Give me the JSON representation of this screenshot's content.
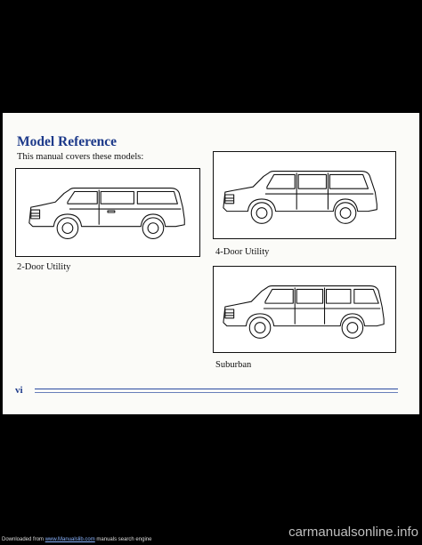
{
  "document": {
    "title": "Model Reference",
    "intro": "This manual covers these models:",
    "page_number": "vi"
  },
  "figures": [
    {
      "caption": "2-Door Utility",
      "icon": "two-door-utility-vehicle-icon"
    },
    {
      "caption": "4-Door Utility",
      "icon": "four-door-utility-vehicle-icon"
    },
    {
      "caption": "Suburban",
      "icon": "suburban-vehicle-icon"
    }
  ],
  "footer": {
    "prefix": "Downloaded from",
    "link": "www.Manualslib.com",
    "suffix": "manuals search engine"
  },
  "watermark": "carmanualsonline.info",
  "colors": {
    "title": "#1d3a8a",
    "rule": "#2a4aa0",
    "background": "#000000",
    "page": "#fbfbf8"
  }
}
